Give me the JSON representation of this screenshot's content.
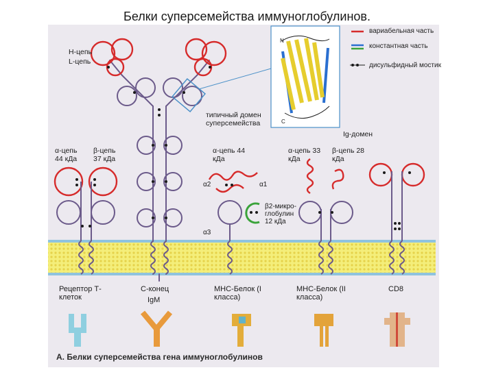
{
  "title": "Белки суперсемейства иммуноглобулинов.",
  "legend": {
    "variable": "вариабельная часть",
    "constant": "константная часть",
    "disulfide": "дисульфидный мостик",
    "colors": {
      "variable": "#d62b2b",
      "constant": "#2a6fd0",
      "constant2": "#3aa33a",
      "disulfide": "#1a1a1a"
    }
  },
  "ig_domain_label": "Ig-домен",
  "inset_letters": [
    "N",
    "C"
  ],
  "chains": {
    "h_chain": "Н-цепь",
    "l_chain": "L-цепь",
    "typical_domain": "типичный домен суперсемейства"
  },
  "tcr": {
    "alpha": "α-цепь 44 кДа",
    "beta": "β-цепь 37 кДа"
  },
  "mhc1": {
    "alpha": "α-цепь 44 кДа",
    "a1": "α1",
    "a2": "α2",
    "a3": "α3",
    "b2m": "β2-микро-глобулин 12 кДа"
  },
  "mhc2": {
    "alpha": "α-цепь 33 кДа",
    "beta": "β-цепь 28 кДа"
  },
  "bottom_labels": {
    "tcr": "Рецептор Т-клеток",
    "igm_c_end": "С-конец",
    "igm": "IgM",
    "mhc1": "МНС-Белок (I класса)",
    "mhc2": "МНС-Белок (II класса)",
    "cd8": "CD8"
  },
  "caption": "А. Белки суперсемейства гена иммуноглобулинов",
  "icon_colors": {
    "tcr": "#8fcfe0",
    "igm": "#e89a3c",
    "mhc1": "#e3ad3a",
    "mhc1_accent": "#63b3c8",
    "mhc2": "#e3a33a",
    "cd8": "#e2b48a",
    "cd8_stripe": "#d04a3a"
  }
}
